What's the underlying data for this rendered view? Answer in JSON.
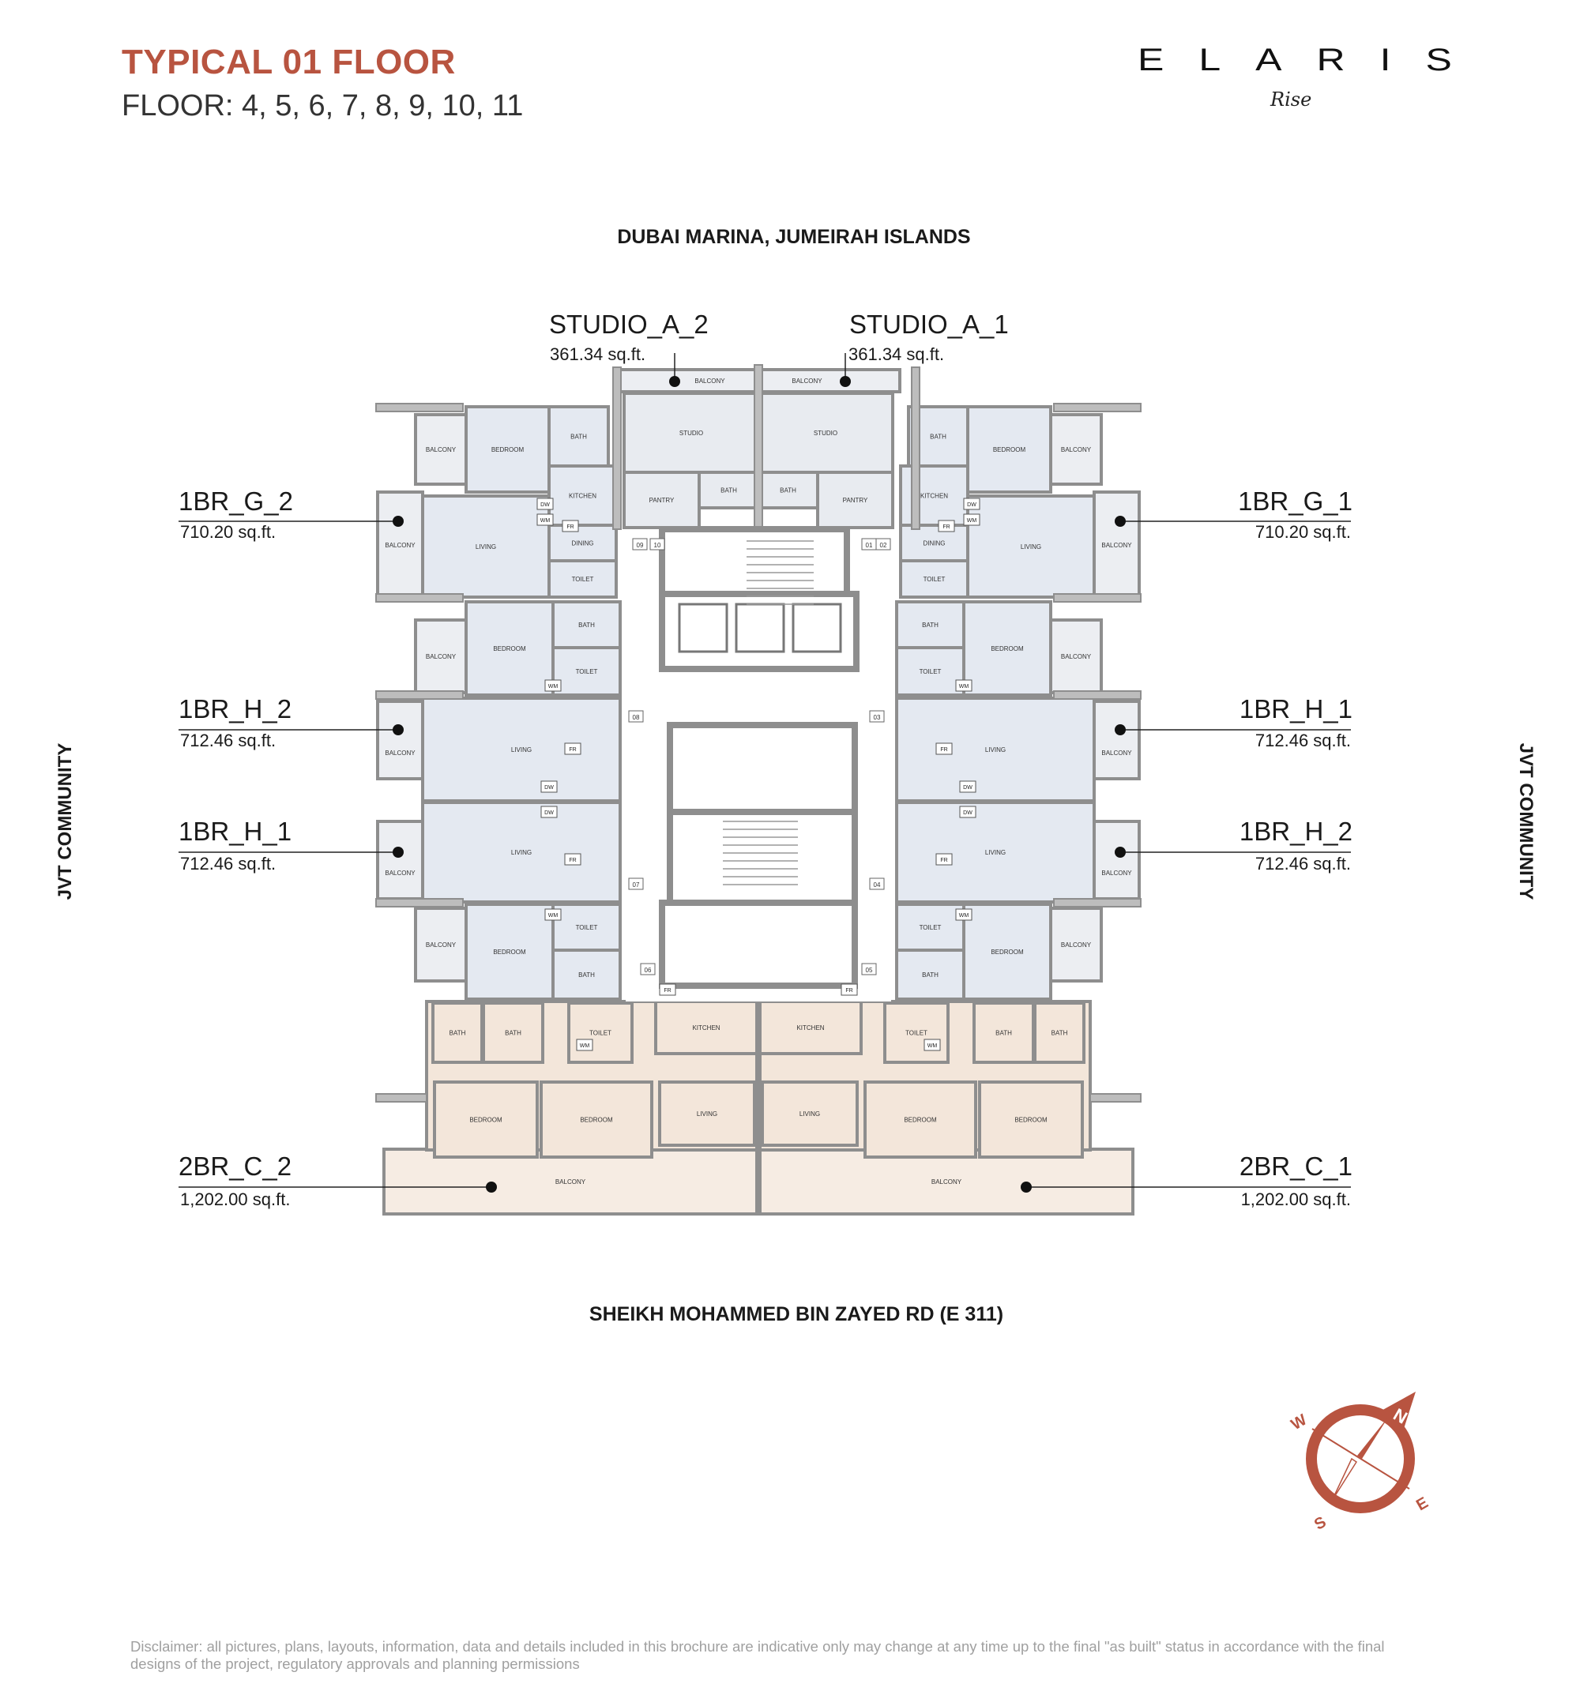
{
  "header": {
    "title": "TYPICAL 01 FLOOR",
    "floors": "FLOOR: 4, 5, 6, 7, 8, 9, 10, 11"
  },
  "logo": {
    "name": "ELARIS",
    "sub": "Rise"
  },
  "orientation": {
    "north_label": "DUBAI MARINA, JUMEIRAH ISLANDS",
    "south_label": "SHEIKH MOHAMMED BIN ZAYED RD (E 311)",
    "west_label": "JVT COMMUNITY",
    "east_label": "JVT COMMUNITY"
  },
  "units": {
    "studio_a_2": {
      "name": "STUDIO_A_2",
      "area": "361.34 sq.ft."
    },
    "studio_a_1": {
      "name": "STUDIO_A_1",
      "area": "361.34 sq.ft."
    },
    "br_g_2": {
      "name": "1BR_G_2",
      "area": "710.20 sq.ft."
    },
    "br_g_1": {
      "name": "1BR_G_1",
      "area": "710.20 sq.ft."
    },
    "br_h_2_left": {
      "name": "1BR_H_2",
      "area": "712.46 sq.ft."
    },
    "br_h_1_right": {
      "name": "1BR_H_1",
      "area": "712.46 sq.ft."
    },
    "br_h_1_left": {
      "name": "1BR_H_1",
      "area": "712.46 sq.ft."
    },
    "br_h_2_right": {
      "name": "1BR_H_2",
      "area": "712.46 sq.ft."
    },
    "br_c_2": {
      "name": "2BR_C_2",
      "area": "1,202.00 sq.ft."
    },
    "br_c_1": {
      "name": "2BR_C_1",
      "area": "1,202.00 sq.ft."
    }
  },
  "rooms": {
    "balcony": "BALCONY",
    "bedroom": "BEDROOM",
    "bath": "BATH",
    "kitchen": "KITCHEN",
    "living": "LIVING",
    "dining": "DINING",
    "toilet": "TOILET",
    "studio": "STUDIO",
    "pantry": "PANTRY",
    "wm": "WM",
    "dw": "DW",
    "fr": "FR"
  },
  "unit_numbers": [
    "01",
    "02",
    "03",
    "04",
    "05",
    "06",
    "07",
    "08",
    "09",
    "10"
  ],
  "compass": {
    "n": "N",
    "e": "E",
    "s": "S",
    "w": "W",
    "color": "#b85440"
  },
  "colors": {
    "accent": "#b85440",
    "unit_fill": "#e4e9f1",
    "two_bed_fill": "#f3e6da",
    "wall": "#8e8e8e"
  },
  "disclaimer": "Disclaimer: all pictures, plans, layouts, information, data and details included in this brochure are indicative only may change at any time up to the final \"as built\" status in accordance with the final designs of the project, regulatory approvals and planning permissions"
}
